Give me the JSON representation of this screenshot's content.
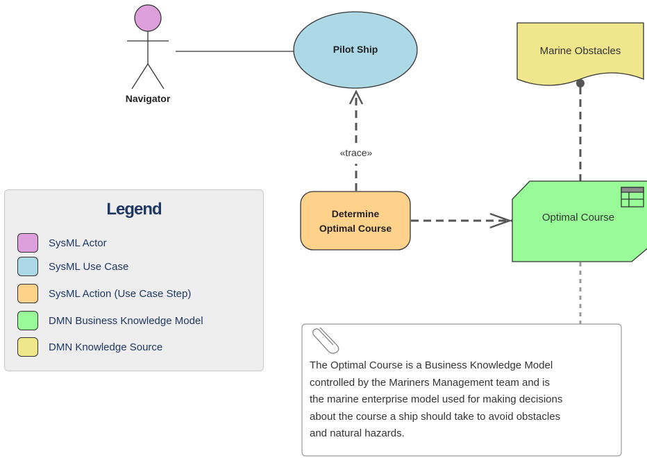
{
  "colors": {
    "actor": "#dda0dd",
    "use_case": "#add8e6",
    "action": "#ffd28c",
    "business_knowledge_model": "#98fb98",
    "knowledge_source": "#f0e68c"
  },
  "actor": {
    "label": "Navigator"
  },
  "use_case": {
    "label": "Pilot Ship"
  },
  "trace_label": "«trace»",
  "action": {
    "line1": "Determine",
    "line2": "Optimal Course"
  },
  "knowledge_source": {
    "label": "Marine Obstacles"
  },
  "bkm": {
    "label": "Optimal Course",
    "icon": "decision-table-icon"
  },
  "note": {
    "icon": "paperclip-icon",
    "text": "The Optimal Course is a Business Knowledge Model\ncontrolled by the Mariners Management team and is\nthe marine enterprise model used for making decisions\nabout the course a ship should take to avoid obstacles\nand natural hazards."
  },
  "legend": {
    "title": "Legend",
    "items": [
      {
        "label": "SysML Actor",
        "color": "#dda0dd"
      },
      {
        "label": "SysML Use Case",
        "color": "#add8e6"
      },
      {
        "label": "SysML Action (Use Case Step)",
        "color": "#ffd28c"
      },
      {
        "label": "DMN Business Knowledge Model",
        "color": "#98fb98"
      },
      {
        "label": "DMN Knowledge Source",
        "color": "#f0e68c"
      }
    ]
  }
}
